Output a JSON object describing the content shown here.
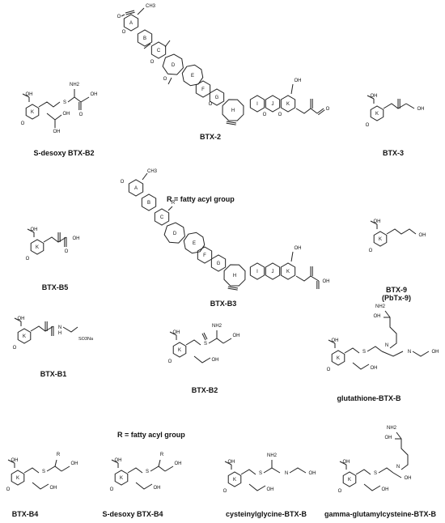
{
  "labels": {
    "btx2": "BTX-2",
    "sdesoxy_b2": "S-desoxy BTX-B2",
    "btx3": "BTX-3",
    "fatty_note_1": "R = fatty acyl group",
    "btx_b5": "BTX-B5",
    "btx9": "BTX-9",
    "btx9_alt": "(PbTx-9)",
    "btx_b3": "BTX-B3",
    "btx_b1": "BTX-B1",
    "btx_b2": "BTX-B2",
    "glutathione": "glutathione-BTX-B",
    "fatty_note_2": "R = fatty acyl group",
    "btx_b4": "BTX-B4",
    "sdesoxy_b4": "S-desoxy BTX-B4",
    "cysteinylglycine": "cysteinylglycine-BTX-B",
    "gamma": "gamma-glutamylcysteine-BTX-B"
  },
  "ring_letters": [
    "A",
    "B",
    "C",
    "D",
    "E",
    "F",
    "G",
    "H",
    "I",
    "J",
    "K"
  ],
  "atoms": {
    "O": "O",
    "OH": "OH",
    "NH2": "NH2",
    "S": "S",
    "N": "N",
    "H": "H",
    "R": "R",
    "SO3Na": "SO3Na",
    "CH3": "CH3"
  }
}
